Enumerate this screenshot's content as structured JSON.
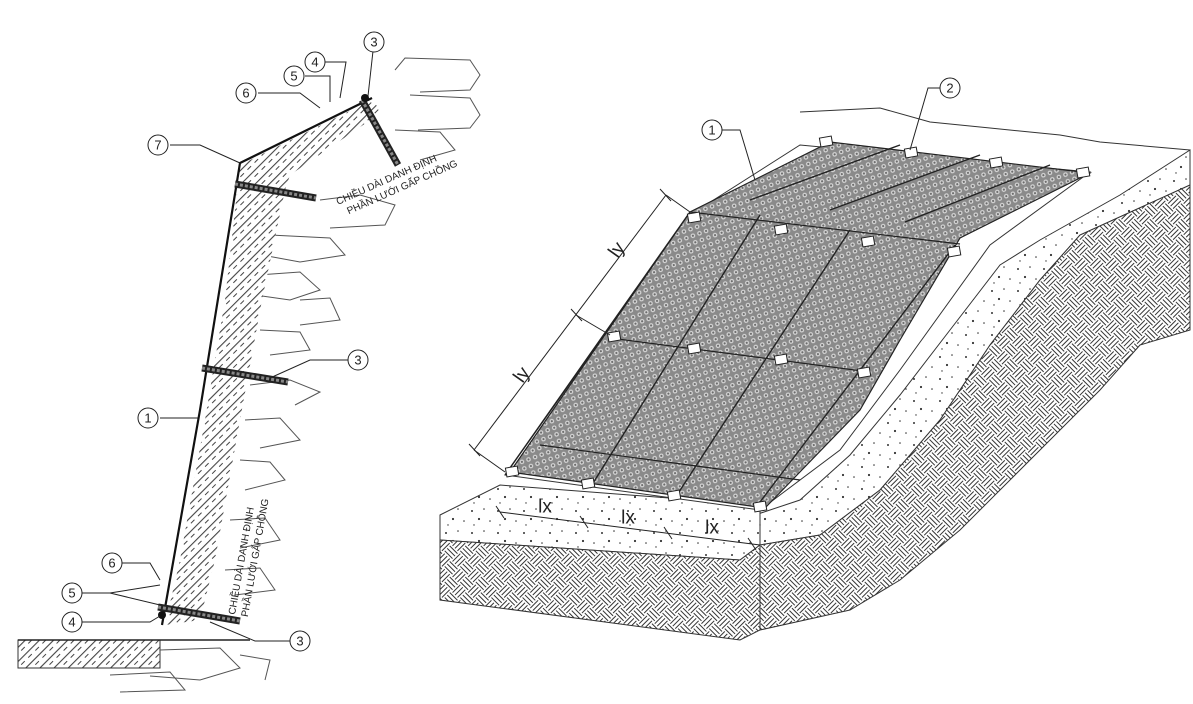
{
  "callouts": {
    "c1": "1",
    "c2": "2",
    "c3": "3",
    "c4": "4",
    "c5": "5",
    "c6": "6",
    "c7": "7"
  },
  "notes": {
    "top_line1": "CHIỀU DÀI DANH ĐỊNH",
    "top_line2": "PHẦN LƯỚI GẤP CHỒNG",
    "bottom_line1": "CHIỀU DÀI DANH ĐỊNH",
    "bottom_line2": "PHẦN LƯỚI GẤP CHỒNG"
  },
  "dimensions": {
    "ly": "ly",
    "lx": "lx"
  }
}
